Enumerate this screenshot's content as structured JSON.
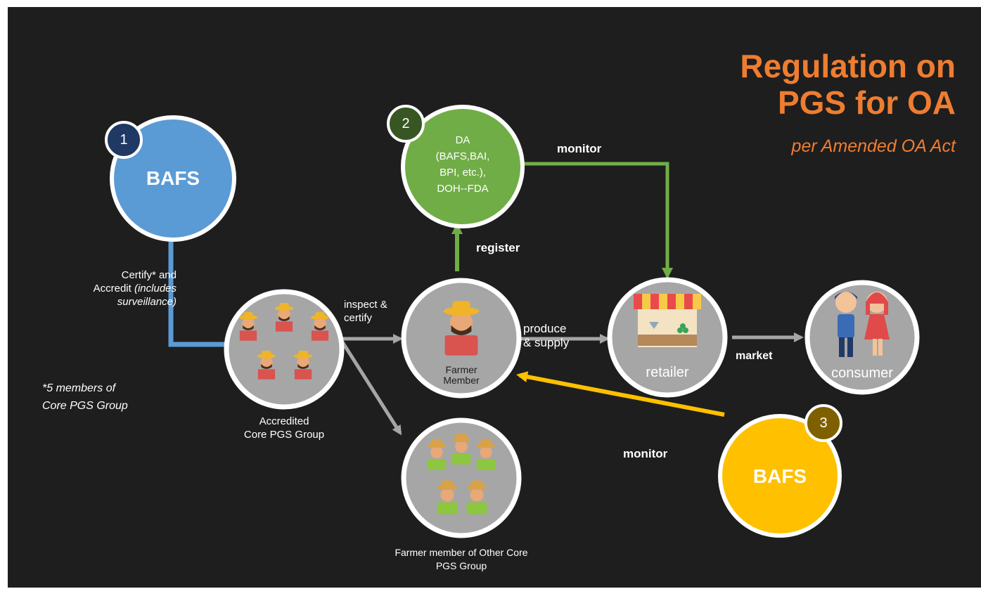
{
  "title": {
    "line1": "Regulation on",
    "line2": "PGS for OA",
    "subtitle": "per Amended OA Act"
  },
  "colors": {
    "background": "#1e1e1e",
    "title_orange": "#ee7d31",
    "bafs_blue": "#5b9bd5",
    "da_green": "#70ad47",
    "bafs_yellow": "#ffc000",
    "arrow_gray": "#a6a6a6",
    "badge1": "#1f3864",
    "badge2": "#375623",
    "badge3": "#7f6000"
  },
  "nodes": {
    "bafs1": {
      "badge": "1",
      "label": "BAFS"
    },
    "da": {
      "badge": "2",
      "lines": [
        "DA",
        "(BAFS,BAI,",
        "BPI, etc.),",
        "DOH--FDA"
      ]
    },
    "bafs3": {
      "badge": "3",
      "label": "BAFS"
    },
    "core_group": {
      "caption_line1": "Accredited",
      "caption_line2": "Core PGS Group"
    },
    "farmer": {
      "line1": "Farmer",
      "line2": "Member"
    },
    "other_group": {
      "caption_line1": "Farmer member of Other Core",
      "caption_line2": "PGS Group"
    },
    "retailer": {
      "label": "retailer"
    },
    "consumer": {
      "label": "consumer"
    }
  },
  "edges": {
    "certify": {
      "line1": "Certify* and",
      "line2_plain": "Accredit ",
      "line2_italic": "(includes",
      "line3_italic": "surveillance)"
    },
    "inspect": {
      "line1": "inspect &",
      "line2": "certify"
    },
    "register": {
      "label": "register"
    },
    "monitor_green": {
      "label": "monitor"
    },
    "produce": {
      "line1": "produce",
      "line2": "& supply"
    },
    "market": {
      "label": "market"
    },
    "monitor_yellow": {
      "label": "monitor"
    }
  },
  "footnote": {
    "line1": "*5 members of",
    "line2": "Core PGS Group"
  }
}
